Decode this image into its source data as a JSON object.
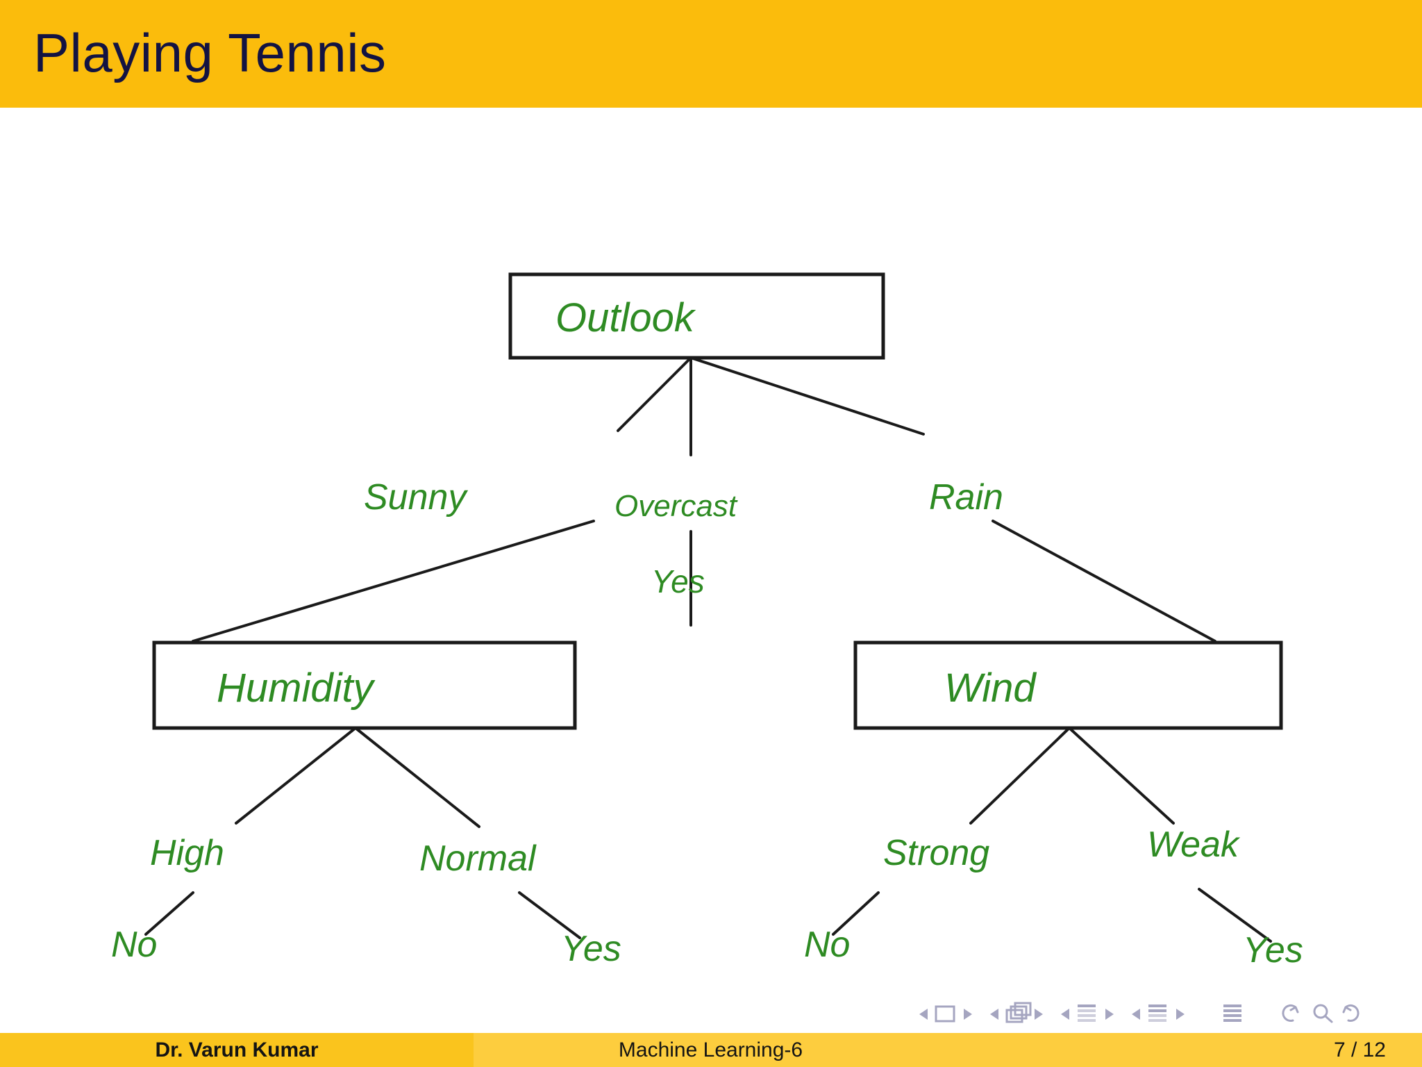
{
  "slide": {
    "title": "Playing Tennis",
    "title_bar_color": "#fbbc0c",
    "background_color": "#ffffff"
  },
  "diagram": {
    "type": "decision-tree",
    "node_text_color": "#2e8b23",
    "edge_color": "#1a1a1a",
    "box_border_color": "#1a1a1a",
    "nodes": [
      {
        "id": "outlook",
        "label": "Outlook",
        "kind": "decision"
      },
      {
        "id": "humidity",
        "label": "Humidity",
        "kind": "decision"
      },
      {
        "id": "wind",
        "label": "Wind",
        "kind": "decision"
      }
    ],
    "leaves": [
      {
        "id": "leaf-overcast-yes",
        "label": "Yes"
      },
      {
        "id": "leaf-high-no",
        "label": "No"
      },
      {
        "id": "leaf-normal-yes",
        "label": "Yes"
      },
      {
        "id": "leaf-strong-no",
        "label": "No"
      },
      {
        "id": "leaf-weak-yes",
        "label": "Yes"
      }
    ],
    "edge_labels": [
      {
        "id": "edge-sunny",
        "label": "Sunny"
      },
      {
        "id": "edge-overcast",
        "label": "Overcast"
      },
      {
        "id": "edge-rain",
        "label": "Rain"
      },
      {
        "id": "edge-high",
        "label": "High"
      },
      {
        "id": "edge-normal",
        "label": "Normal"
      },
      {
        "id": "edge-strong",
        "label": "Strong"
      },
      {
        "id": "edge-weak",
        "label": "Weak"
      }
    ]
  },
  "footer": {
    "author": "Dr. Varun Kumar",
    "title": "Machine Learning-6",
    "page": "7 / 12",
    "author_bg": "#fac41d",
    "title_bg": "#fdcd3e",
    "page_bg": "#fdcd3e"
  },
  "navigation": {
    "symbol_color": "#a0a0bb",
    "items": [
      "prev-slide-icon",
      "slide-icon",
      "next-slide-icon",
      "prev-frame-icon",
      "frame-icon",
      "next-frame-icon",
      "prev-subsection-icon",
      "subsection-icon",
      "next-subsection-icon",
      "prev-section-icon",
      "section-icon",
      "next-section-icon",
      "document-icon",
      "back-icon",
      "search-icon",
      "forward-icon"
    ]
  }
}
